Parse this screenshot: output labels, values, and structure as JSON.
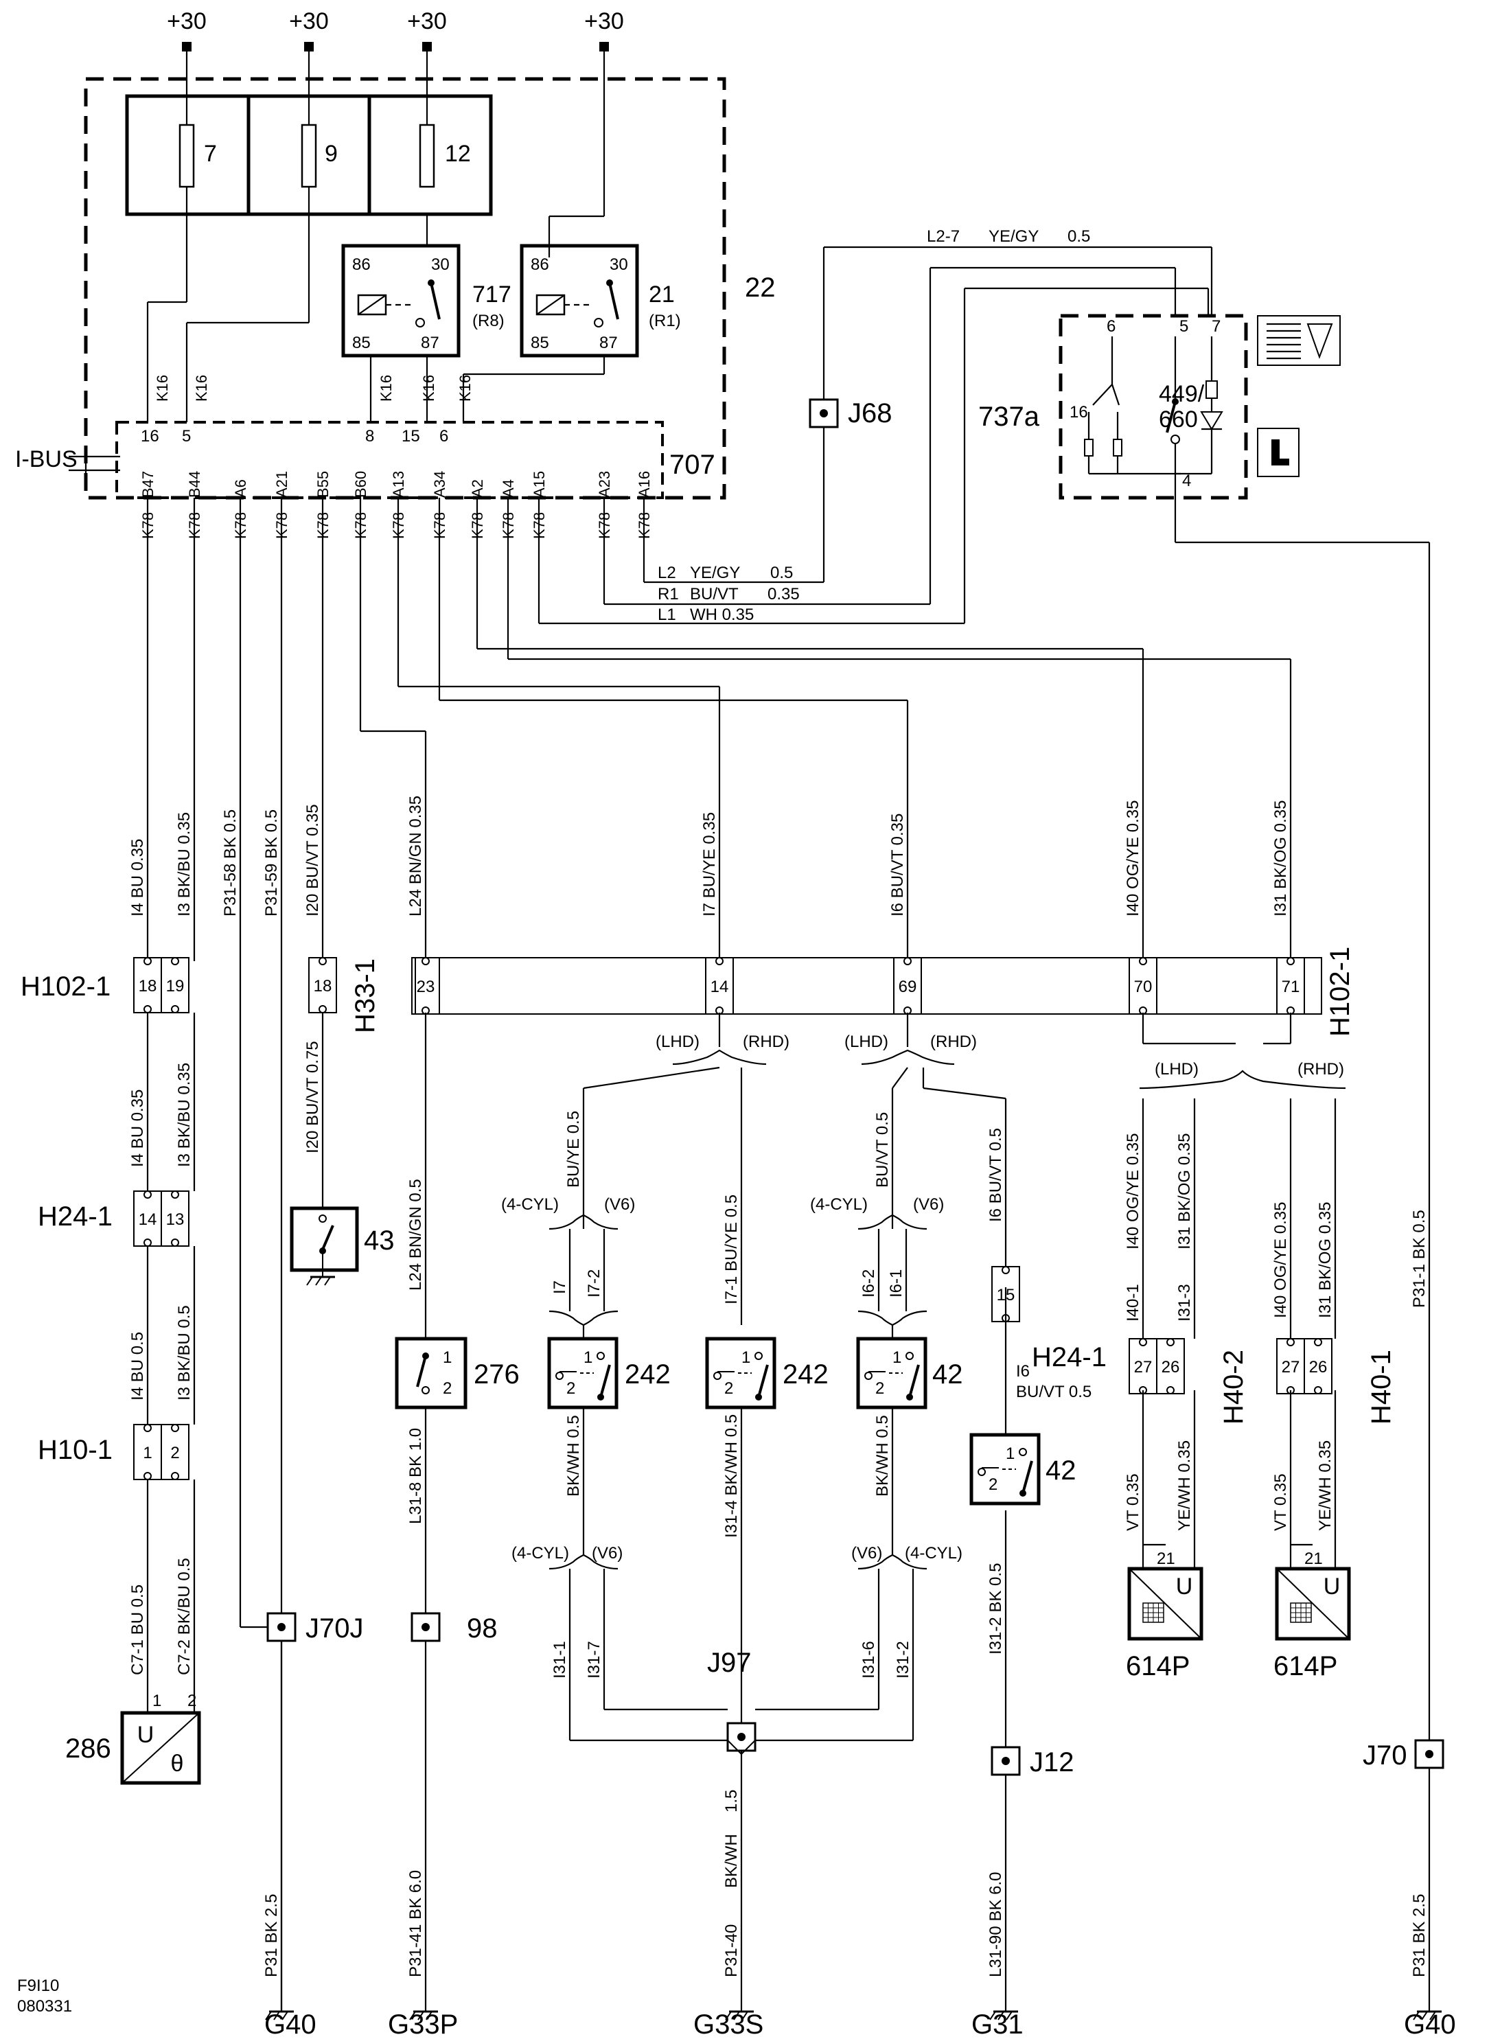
{
  "diagram": {
    "code": "F9I10",
    "date": "080331",
    "supplies": [
      "+30",
      "+30",
      "+30",
      "+30"
    ],
    "fusebox": {
      "id": "22",
      "fuses": [
        "7",
        "9",
        "12"
      ],
      "relays": [
        {
          "id": "717",
          "sub": "(R8)",
          "pins": [
            "86",
            "30",
            "85",
            "87"
          ]
        },
        {
          "id": "21",
          "sub": "(R1)",
          "pins": [
            "86",
            "30",
            "85",
            "87"
          ]
        }
      ],
      "k16_labels": [
        "K16",
        "K16",
        "K16",
        "K16",
        "K16"
      ],
      "conn_pins": [
        "16",
        "5",
        "8",
        "15",
        "6"
      ],
      "module": "707",
      "bus": "I-BUS",
      "module_pins": [
        "B47",
        "B44",
        "A6",
        "A21",
        "B55",
        "B60",
        "A13",
        "A34",
        "A2",
        "A4",
        "A15",
        "A23",
        "A16"
      ],
      "k78": "K78"
    },
    "wires_top": [
      {
        "id": "L2",
        "color": "YE/GY",
        "size": "0.5"
      },
      {
        "id": "R1",
        "color": "BU/VT",
        "size": "0.35"
      },
      {
        "id": "L1",
        "color": "WH 0.35",
        "size": ""
      }
    ],
    "wire_l27": {
      "id": "L2-7",
      "color": "YE/GY",
      "size": "0.5"
    },
    "switch737": {
      "id": "737a",
      "sub": "449/\n660",
      "pins": [
        "6",
        "5",
        "7",
        "16",
        "4"
      ]
    },
    "j68": "J68",
    "vertical_wires": [
      "I4  BU  0.35",
      "I3  BK/BU  0.35",
      "P31-58  BK  0.5",
      "P31-59  BK  0.5",
      "I20  BU/VT   0.35",
      "L24  BN/GN  0.35",
      "I7  BU/YE  0.35",
      "I6  BU/VT  0.35",
      "I40  OG/YE  0.35",
      "I31  BK/OG  0.35"
    ],
    "connectors": {
      "h102_left": "H102-1",
      "h102_left_pins": [
        "18",
        "19"
      ],
      "h33": "H33-1",
      "h33_pin": "18",
      "h102_right": "H102-1",
      "h102_right_pins": [
        "23",
        "14",
        "69",
        "70",
        "71"
      ],
      "h24_left": "H24-1",
      "h24_left_pins": [
        "14",
        "13"
      ],
      "h10": "H10-1",
      "h10_pins": [
        "1",
        "2"
      ],
      "h24_right": "H24-1",
      "h24_right_pin": "15",
      "h40_2": "H40-2",
      "h40_2_pins": [
        "27",
        "26"
      ],
      "h40_1": "H40-1",
      "h40_1_pins": [
        "27",
        "26"
      ]
    },
    "mid_wires": {
      "i4": "I4  BU  0.35",
      "i3": "I3  BK/BU  0.35",
      "i4b": "I4  BU  0.5",
      "i3b": "I3  BK/BU  0.5",
      "c71": "C7-1  BU  0.5",
      "c72": "C7-2  BK/BU  0.5",
      "i20b": "I20  BU/VT  0.75",
      "l24b": "L24  BN/GN  0.5",
      "l318": "L31-8  BK  1.0",
      "i31_4": "I31-4  BK/WH  0.5",
      "i71": "I7-1  BU/YE  0.5",
      "buye": "BU/YE  0.5",
      "buvt": "BU/VT  0.5",
      "i6r": "I6  BU/VT  0.5",
      "i6l": "I6",
      "i6c": "BU/VT 0.5",
      "bkwh1": "BK/WH  0.5",
      "bkwh2": "BK/WH  0.5",
      "i312": "I31-2  BK  0.5",
      "i40a": "I40  OG/YE  0.35",
      "i31a": "I31  BK/OG  0.35",
      "i401": "I40-1",
      "i313": "I31-3",
      "i40b": "I40  OG/YE  0.35",
      "i31b": "I31  BK/OG  0.35",
      "vt": "VT 0.35",
      "yewh": "YE/WH  0.35",
      "p311": "P31-1  BK  0.5",
      "i7": "I7",
      "i72": "I7-2",
      "i62": "I6-2",
      "i61": "I6-1",
      "i311": "I31-1",
      "i317": "I31-7",
      "i316": "I31-6",
      "i312b": "I31-2"
    },
    "variants": {
      "lhd": "(LHD)",
      "rhd": "(RHD)",
      "cyl4": "(4-CYL)",
      "v6": "(V6)"
    },
    "components": {
      "c286": "286",
      "c43": "43",
      "c276": "276",
      "c242a": "242",
      "c242b": "242",
      "c42a": "42",
      "c42b": "42",
      "c614a": "614P",
      "c614b": "614P",
      "u": "U",
      "pin1": "1",
      "pin2": "2",
      "pin21": "21",
      "theta": "θ"
    },
    "splices": {
      "j70j": "J70J",
      "s98": "98",
      "j97": "J97",
      "j12": "J12",
      "j70": "J70"
    },
    "bottom_wires": {
      "g40l": "P31  BK  2.5",
      "g33p": "P31-41  BK  6.0",
      "g33s_a": "P31-40",
      "g33s_b": "BK/WH",
      "g33s_c": "1.5",
      "g31": "L31-90  BK  6.0",
      "g40r": "P31  BK  2.5"
    },
    "grounds": [
      "G40",
      "G33P",
      "G33S",
      "G31",
      "G40"
    ]
  }
}
